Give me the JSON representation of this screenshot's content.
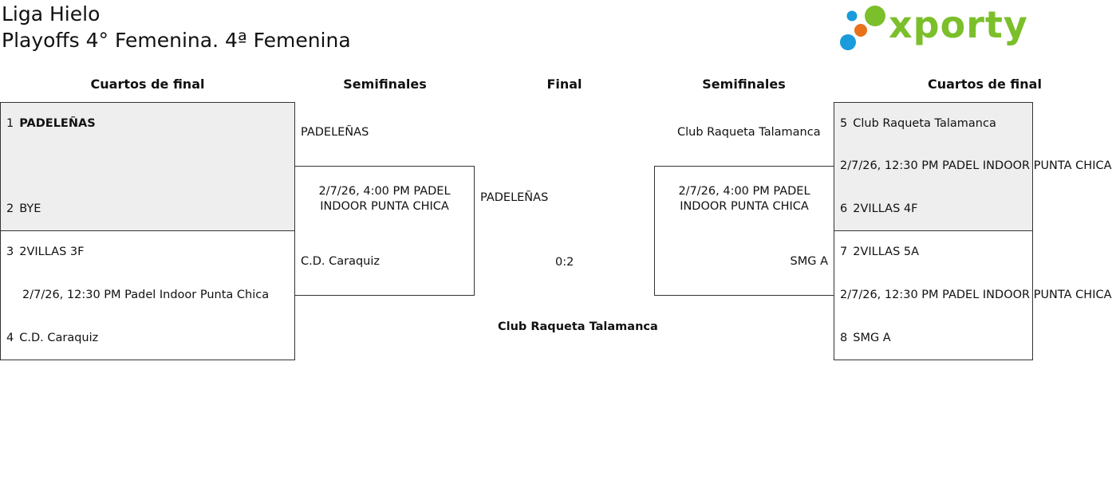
{
  "page": {
    "title": "Liga Hielo",
    "subtitle": "Playoffs 4° Femenina. 4ª Femenina"
  },
  "logo": {
    "text": "xporty",
    "colors": {
      "green": "#7bbf2a",
      "blue": "#1a9bdc",
      "orange": "#e8711a"
    }
  },
  "headers": {
    "qf_left": "Cuartos de final",
    "sf_left": "Semifinales",
    "final": "Final",
    "sf_right": "Semifinales",
    "qf_right": "Cuartos de final"
  },
  "qf_left": {
    "m1": {
      "seed1": "1",
      "team1": "PADELEÑAS",
      "seed2": "2",
      "team2": "BYE"
    },
    "m2": {
      "seed1": "3",
      "team1": "2VILLAS 3F",
      "info": "2/7/26, 12:30 PM Padel Indoor Punta Chica",
      "seed2": "4",
      "team2": "C.D. Caraquiz"
    }
  },
  "sf_left": {
    "team1": "PADELEÑAS",
    "info": "2/7/26, 4:00 PM PADEL INDOOR PUNTA CHICA",
    "team2": "C.D. Caraquiz"
  },
  "final": {
    "team1": "PADELEÑAS",
    "score": "0:2",
    "winner": "Club Raqueta Talamanca"
  },
  "sf_right": {
    "team1": "Club Raqueta Talamanca",
    "info": "2/7/26, 4:00 PM PADEL INDOOR PUNTA CHICA",
    "team2": "SMG A"
  },
  "qf_right": {
    "m1": {
      "seed1": "5",
      "team1": "Club Raqueta Talamanca",
      "info": "2/7/26, 12:30 PM PADEL INDOOR PUNTA CHICA",
      "seed2": "6",
      "team2": "2VILLAS 4F"
    },
    "m2": {
      "seed1": "7",
      "team1": "2VILLAS 5A",
      "info": "2/7/26, 12:30 PM PADEL INDOOR PUNTA CHICA",
      "seed2": "8",
      "team2": "SMG A"
    }
  }
}
